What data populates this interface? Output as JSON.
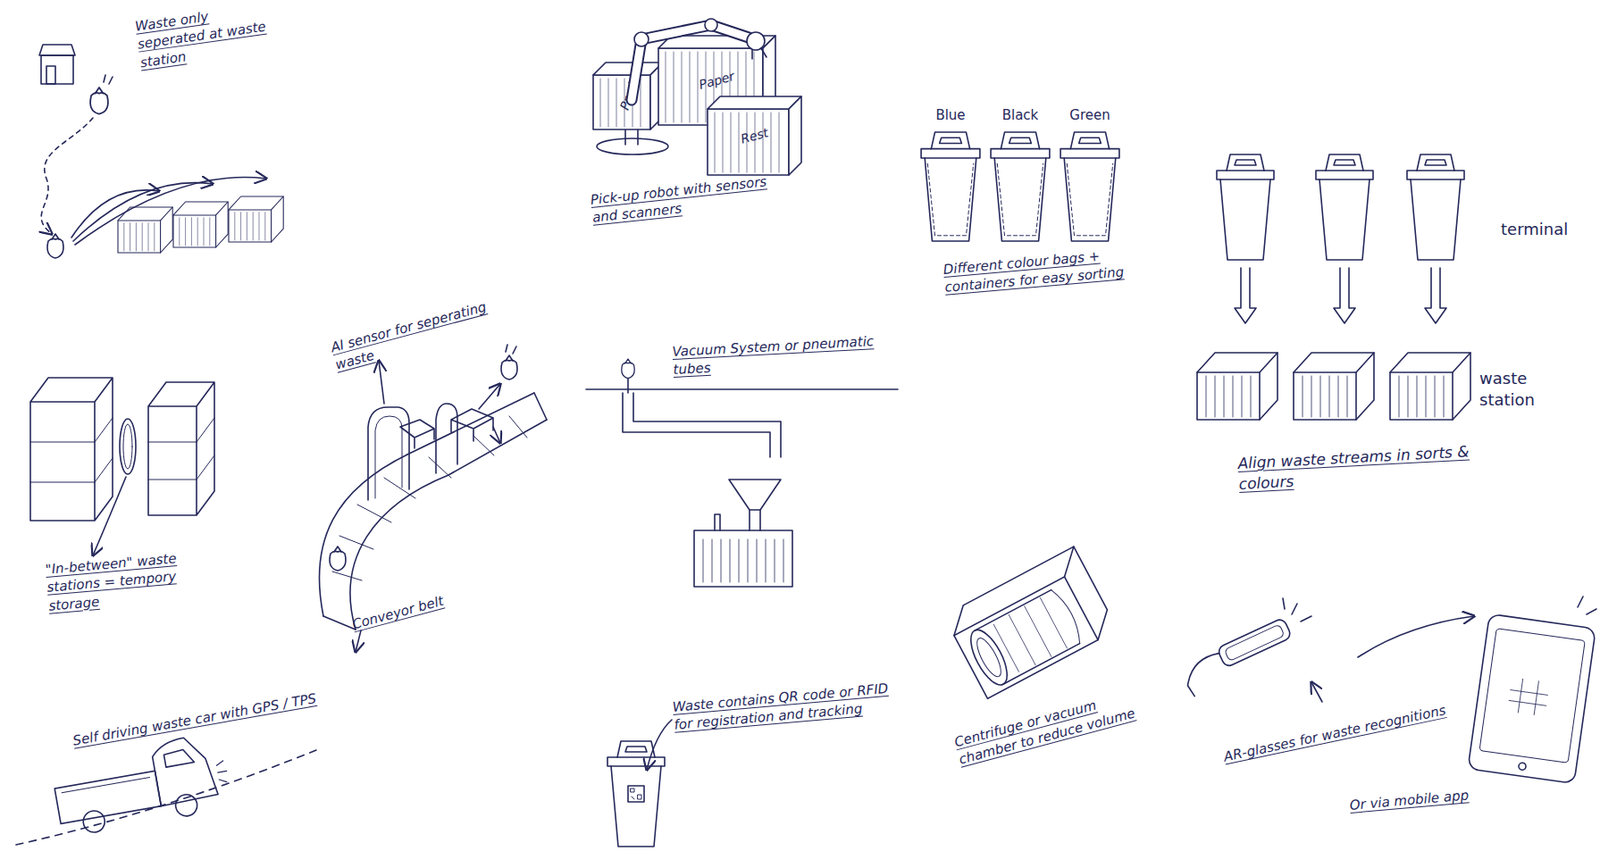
{
  "diagram": {
    "nodes": [
      {
        "text": [
          "Pmd"
        ]
      },
      {
        "text": [
          "Paper"
        ]
      },
      {
        "text": [
          "Rest"
        ]
      },
      {
        "text": [
          "Blue"
        ]
      },
      {
        "text": [
          "Black"
        ]
      },
      {
        "text": [
          "Green"
        ]
      }
    ],
    "labels": [
      "Waste only seperated at waste station",
      "Pick-up robot with sensors and scanners",
      "Different colour bags + containers for easy sorting",
      "terminal",
      "waste station",
      "Align waste streams in sorts & colours",
      "AI sensor for seperating waste",
      "\"In-between\" waste stations = tempory storage",
      "Conveyor belt",
      "Vacuum System or pneumatic tubes",
      "Self driving waste car with GPS / TPS",
      "Waste contains QR code or RFID for registration and tracking",
      "Centrifuge or vacuum chamber to reduce volume",
      "AR-glasses for waste recognitions",
      "Or via mobile app"
    ]
  }
}
